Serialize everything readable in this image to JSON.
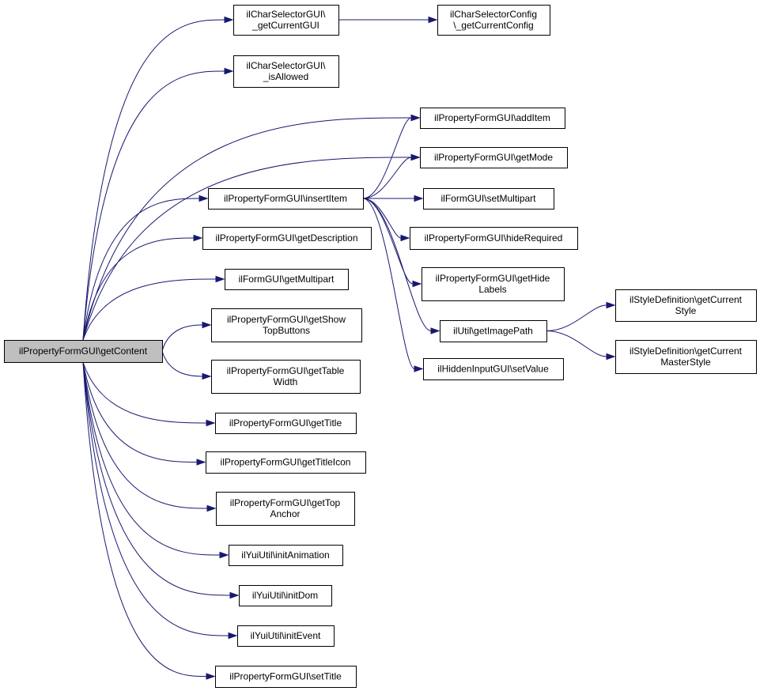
{
  "nodes": {
    "root": {
      "lines": [
        "ilPropertyFormGUI\\getContent"
      ]
    },
    "csCurrent": {
      "lines": [
        "ilCharSelectorGUI\\",
        "_getCurrentGUI"
      ]
    },
    "csConfig": {
      "lines": [
        "ilCharSelectorConfig",
        "\\_getCurrentConfig"
      ]
    },
    "csAllowed": {
      "lines": [
        "ilCharSelectorGUI\\",
        "_isAllowed"
      ]
    },
    "addItem": {
      "lines": [
        "ilPropertyFormGUI\\addItem"
      ]
    },
    "getMode": {
      "lines": [
        "ilPropertyFormGUI\\getMode"
      ]
    },
    "insertItem": {
      "lines": [
        "ilPropertyFormGUI\\insertItem"
      ]
    },
    "setMultipart": {
      "lines": [
        "ilFormGUI\\setMultipart"
      ]
    },
    "getDesc": {
      "lines": [
        "ilPropertyFormGUI\\getDescription"
      ]
    },
    "hideReq": {
      "lines": [
        "ilPropertyFormGUI\\hideRequired"
      ]
    },
    "getMultipart": {
      "lines": [
        "ilFormGUI\\getMultipart"
      ]
    },
    "hideLabels": {
      "lines": [
        "ilPropertyFormGUI\\getHide",
        "Labels"
      ]
    },
    "showTop": {
      "lines": [
        "ilPropertyFormGUI\\getShow",
        "TopButtons"
      ]
    },
    "imagePath": {
      "lines": [
        "ilUtil\\getImagePath"
      ]
    },
    "curStyle": {
      "lines": [
        "ilStyleDefinition\\getCurrent",
        "Style"
      ]
    },
    "curMaster": {
      "lines": [
        "ilStyleDefinition\\getCurrent",
        "MasterStyle"
      ]
    },
    "hiddenSet": {
      "lines": [
        "ilHiddenInputGUI\\setValue"
      ]
    },
    "tableWidth": {
      "lines": [
        "ilPropertyFormGUI\\getTable",
        "Width"
      ]
    },
    "getTitle": {
      "lines": [
        "ilPropertyFormGUI\\getTitle"
      ]
    },
    "titleIcon": {
      "lines": [
        "ilPropertyFormGUI\\getTitleIcon"
      ]
    },
    "topAnchor": {
      "lines": [
        "ilPropertyFormGUI\\getTop",
        "Anchor"
      ]
    },
    "yuiAnim": {
      "lines": [
        "ilYuiUtil\\initAnimation"
      ]
    },
    "yuiDom": {
      "lines": [
        "ilYuiUtil\\initDom"
      ]
    },
    "yuiEvent": {
      "lines": [
        "ilYuiUtil\\initEvent"
      ]
    },
    "setTitle": {
      "lines": [
        "ilPropertyFormGUI\\setTitle"
      ]
    }
  },
  "edges": [
    [
      "root",
      "csCurrent"
    ],
    [
      "root",
      "csAllowed"
    ],
    [
      "root",
      "addItem"
    ],
    [
      "root",
      "getMode"
    ],
    [
      "root",
      "insertItem"
    ],
    [
      "root",
      "getDesc"
    ],
    [
      "root",
      "getMultipart"
    ],
    [
      "root",
      "showTop"
    ],
    [
      "root",
      "tableWidth"
    ],
    [
      "root",
      "getTitle"
    ],
    [
      "root",
      "titleIcon"
    ],
    [
      "root",
      "topAnchor"
    ],
    [
      "root",
      "yuiAnim"
    ],
    [
      "root",
      "yuiDom"
    ],
    [
      "root",
      "yuiEvent"
    ],
    [
      "root",
      "setTitle"
    ],
    [
      "csCurrent",
      "csConfig"
    ],
    [
      "insertItem",
      "addItem"
    ],
    [
      "insertItem",
      "getMode"
    ],
    [
      "insertItem",
      "setMultipart"
    ],
    [
      "insertItem",
      "hideReq"
    ],
    [
      "insertItem",
      "hideLabels"
    ],
    [
      "insertItem",
      "imagePath"
    ],
    [
      "insertItem",
      "hiddenSet"
    ],
    [
      "imagePath",
      "curStyle"
    ],
    [
      "imagePath",
      "curMaster"
    ]
  ],
  "colors": {
    "edge": "#191970",
    "root_fill": "#bfbfbf",
    "node_fill": "#ffffff",
    "border": "#000000"
  }
}
